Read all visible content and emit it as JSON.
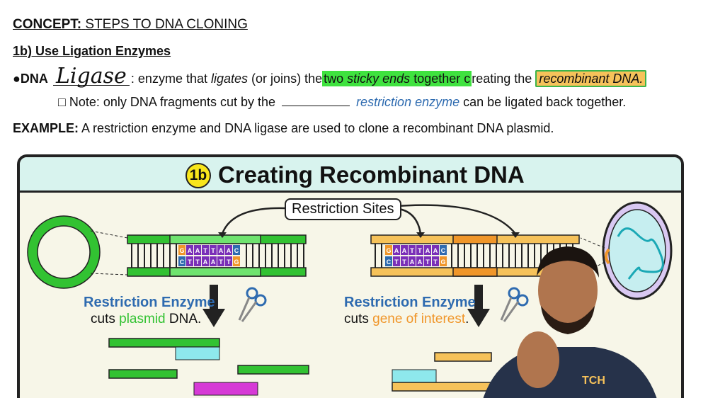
{
  "header": {
    "concept_label": "CONCEPT:",
    "concept_title": "STEPS TO DNA CLONING",
    "subheading": "1b) Use Ligation Enzymes"
  },
  "definition": {
    "bullet": "●DNA",
    "handwritten_word": "Ligase",
    "colon": ":",
    "text_before": "enzyme that",
    "italic_ligates": "ligates",
    "text_middle": "(or joins) the",
    "hl_two": "two",
    "hl_sticky_ends": "sticky ends",
    "hl_together": "together c",
    "text_after": "reating the",
    "hl_recombinant": "recombinant DNA."
  },
  "note": {
    "checkbox": "□",
    "text_before": "Note: only DNA fragments cut by the",
    "blue_text": "restriction enzyme",
    "text_after": "can be ligated back together."
  },
  "example": {
    "label": "EXAMPLE:",
    "text": "A restriction enzyme and DNA ligase are used to clone a recombinant DNA plasmid."
  },
  "panel": {
    "badge": "1b",
    "title": "Creating Recombinant DNA",
    "sites_label": "Restriction Sites",
    "left": {
      "enzyme_label": "Restriction Enzyme",
      "cuts_prefix": "cuts",
      "cuts_colored": "plasmid",
      "cuts_suffix": "DNA."
    },
    "right": {
      "enzyme_label": "Restriction Enzyme",
      "cuts_prefix": "cuts",
      "cuts_colored": "gene of interest",
      "cuts_suffix": "."
    },
    "colors": {
      "plasmid_green": "#32c232",
      "gene_orange": "#f0962a",
      "gene_yellow": "#f6c25a",
      "header_teal": "#d8f3ee",
      "base_blue": "#2e6bb0",
      "base_purple": "#7a2fb8",
      "base_orange": "#f0962a",
      "base_green": "#3cb44b"
    },
    "bases_top_left": [
      "G",
      "A",
      "A",
      "T",
      "T",
      "A",
      "A",
      "C"
    ],
    "bases_bottom_left": [
      "C",
      "T",
      "T",
      "A",
      "A",
      "T",
      "T",
      "G"
    ],
    "bases_top_right": [
      "G",
      "A",
      "A",
      "T",
      "T",
      "A",
      "A",
      "C"
    ],
    "bases_bottom_right": [
      "C",
      "T",
      "T",
      "A",
      "A",
      "T",
      "T",
      "G"
    ]
  }
}
